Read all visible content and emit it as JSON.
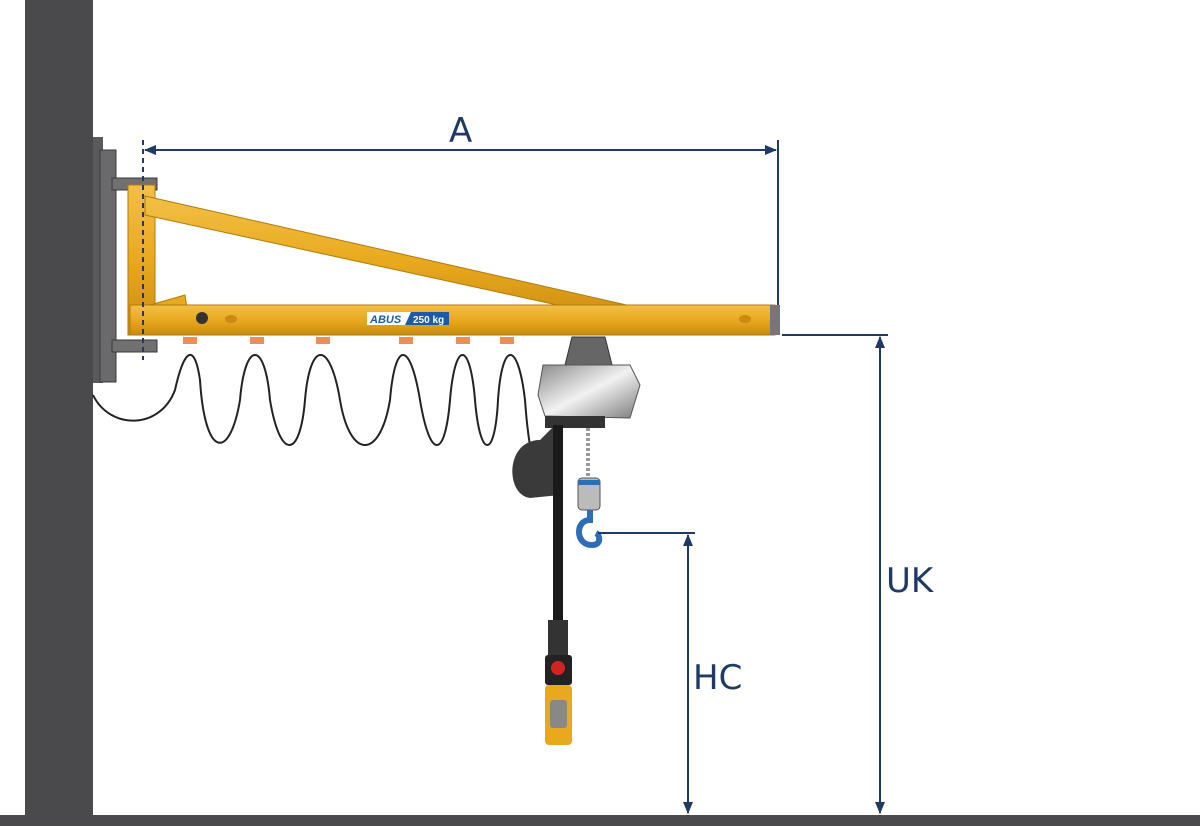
{
  "dimensions": {
    "span": "A",
    "hook_clearance": "HC",
    "beam_underside_height": "UK"
  },
  "crane_label": {
    "brand": "ABUS",
    "capacity": "250 kg"
  },
  "colors": {
    "wall": "#4a4a4c",
    "crane_yellow": "#e9a91e",
    "dimension": "#1f3a66",
    "hook_blue": "#2f6db5"
  }
}
